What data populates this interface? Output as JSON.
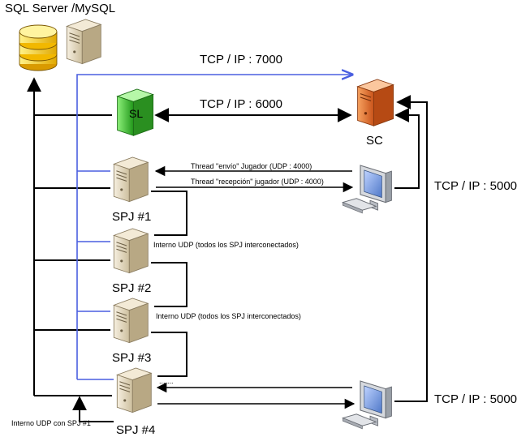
{
  "title": "SQL Server /MySQL",
  "nodes": {
    "sl": "SL",
    "sc": "SC",
    "spj1": "SPJ #1",
    "spj2": "SPJ #2",
    "spj3": "SPJ #3",
    "spj4": "SPJ #4"
  },
  "links": {
    "tcp7000": "TCP / IP : 7000",
    "tcp6000": "TCP / IP : 6000",
    "tcp5000_top": "TCP / IP : 5000",
    "tcp5000_bottom": "TCP / IP : 5000",
    "thread_envio": "Thread \"envío\" Jugador (UDP : 4000)",
    "thread_recepcion": "Thread \"recepción\" jugador (UDP : 4000)",
    "interno_udp_1": "Interno UDP (todos los SPJ interconectados)",
    "interno_udp_2": "Interno UDP (todos los SPJ interconectados)",
    "interno_spj1": "Interno UDP con SPJ #1",
    "dots": "......."
  },
  "colors": {
    "blue_line": "#4a5fe0",
    "sl_green": "#3bbf2a",
    "sc_orange": "#e0702a",
    "db_yellow": "#f4c400",
    "server_beige": "#e8dcc2"
  },
  "icons": [
    "database-icon",
    "server-icon",
    "monitor-icon"
  ]
}
